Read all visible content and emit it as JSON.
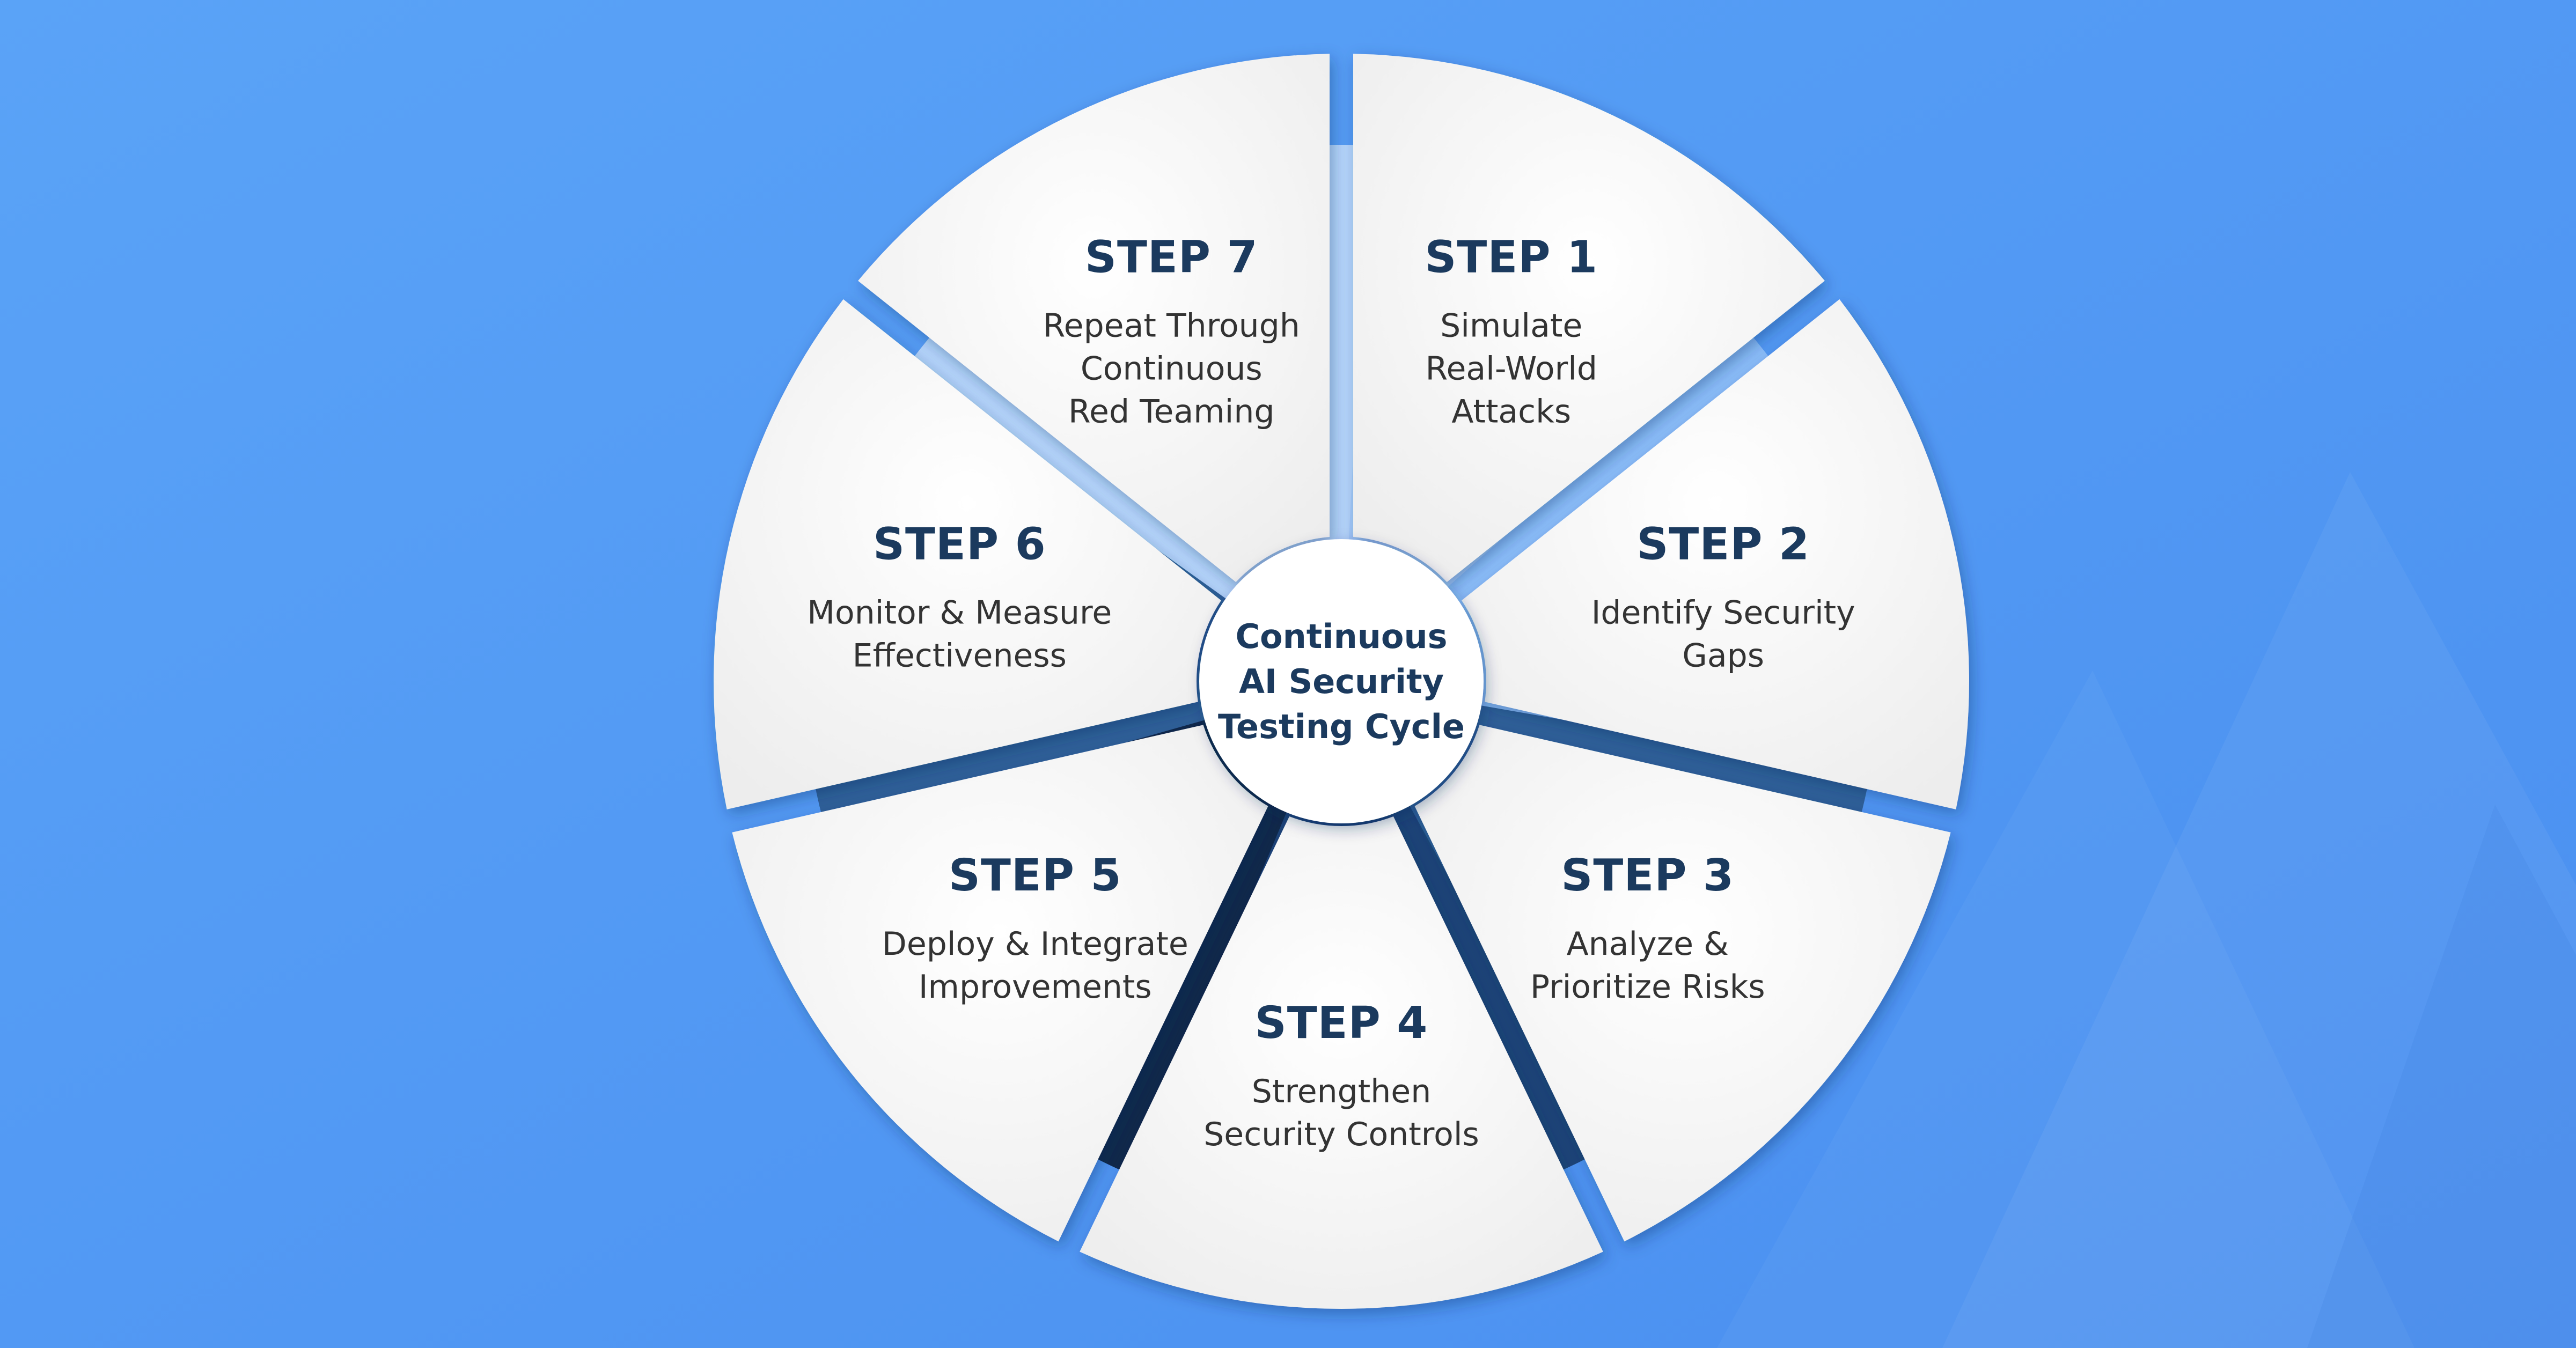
{
  "center": {
    "lines": [
      "Continuous",
      "AI Security",
      "Testing Cycle"
    ]
  },
  "steps": [
    {
      "title": "STEP 1",
      "lines": [
        "Simulate",
        "Real-World",
        "Attacks"
      ]
    },
    {
      "title": "STEP 2",
      "lines": [
        "Identify Security",
        "Gaps"
      ]
    },
    {
      "title": "STEP 3",
      "lines": [
        "Analyze &",
        "Prioritize Risks"
      ]
    },
    {
      "title": "STEP 4",
      "lines": [
        "Strengthen",
        "Security Controls"
      ]
    },
    {
      "title": "STEP 5",
      "lines": [
        "Deploy & Integrate",
        "Improvements"
      ]
    },
    {
      "title": "STEP 6",
      "lines": [
        "Monitor & Measure",
        "Effectiveness"
      ]
    },
    {
      "title": "STEP 7",
      "lines": [
        "Repeat Through",
        "Continuous",
        "Red Teaming"
      ]
    }
  ],
  "colors": {
    "background": "#559FF6",
    "segment_fill": "#F4F4F4",
    "title_text": "#1B3A5E",
    "body_text": "#333333",
    "ring_step1": "#A5CCFB",
    "ring_step2": "#8BBEFA",
    "ring_step3": "#2F6199",
    "ring_step4": "#1D4578",
    "ring_step5": "#10294A",
    "ring_step6": "#2F6199",
    "ring_step7": "#B5D6FC"
  }
}
